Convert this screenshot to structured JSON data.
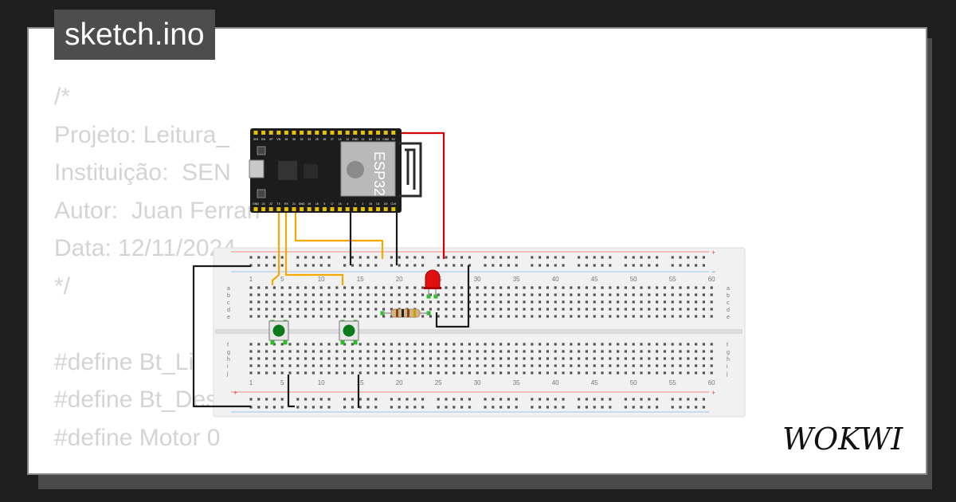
{
  "file_tab": {
    "label": "sketch.ino"
  },
  "code_lines": [
    "/*",
    "Projeto: Leitura_",
    "Instituição:  SEN",
    "Autor:  Juan Ferrari",
    "Data: 12/11/2024",
    "*/",
    "",
    "#define Bt_Li",
    "#define Bt_Desl",
    "#define Motor 0"
  ],
  "board": {
    "chip_label": "ESP32",
    "top_pins": [
      "3V3",
      "EN",
      "VP",
      "VN",
      "34",
      "35",
      "32",
      "33",
      "25",
      "26",
      "27",
      "14",
      "12",
      "GND",
      "13",
      "D2",
      "D3",
      "CMD",
      "5V"
    ],
    "bottom_pins": [
      "GND",
      "23",
      "22",
      "TX",
      "RX",
      "21",
      "GND",
      "19",
      "18",
      "5",
      "17",
      "16",
      "4",
      "0",
      "2",
      "15",
      "D1",
      "D0",
      "CLK"
    ]
  },
  "breadboard": {
    "column_numbers": [
      "1",
      "5",
      "10",
      "15",
      "20",
      "25",
      "30",
      "35",
      "40",
      "45",
      "50",
      "55",
      "60"
    ],
    "rows_top": [
      "a",
      "b",
      "c",
      "d",
      "e"
    ],
    "rows_bottom": [
      "f",
      "g",
      "h",
      "i",
      "j"
    ],
    "rail_plus": "+",
    "rail_minus": "−"
  },
  "colors": {
    "wire_yellow": "#f2a900",
    "wire_black": "#1a1a1a",
    "wire_red": "#d40000",
    "button_green": "#0a7a1a",
    "led_red": "#e01010",
    "board_black": "#1c1c1c"
  },
  "logo": {
    "text": "WOKWI"
  }
}
